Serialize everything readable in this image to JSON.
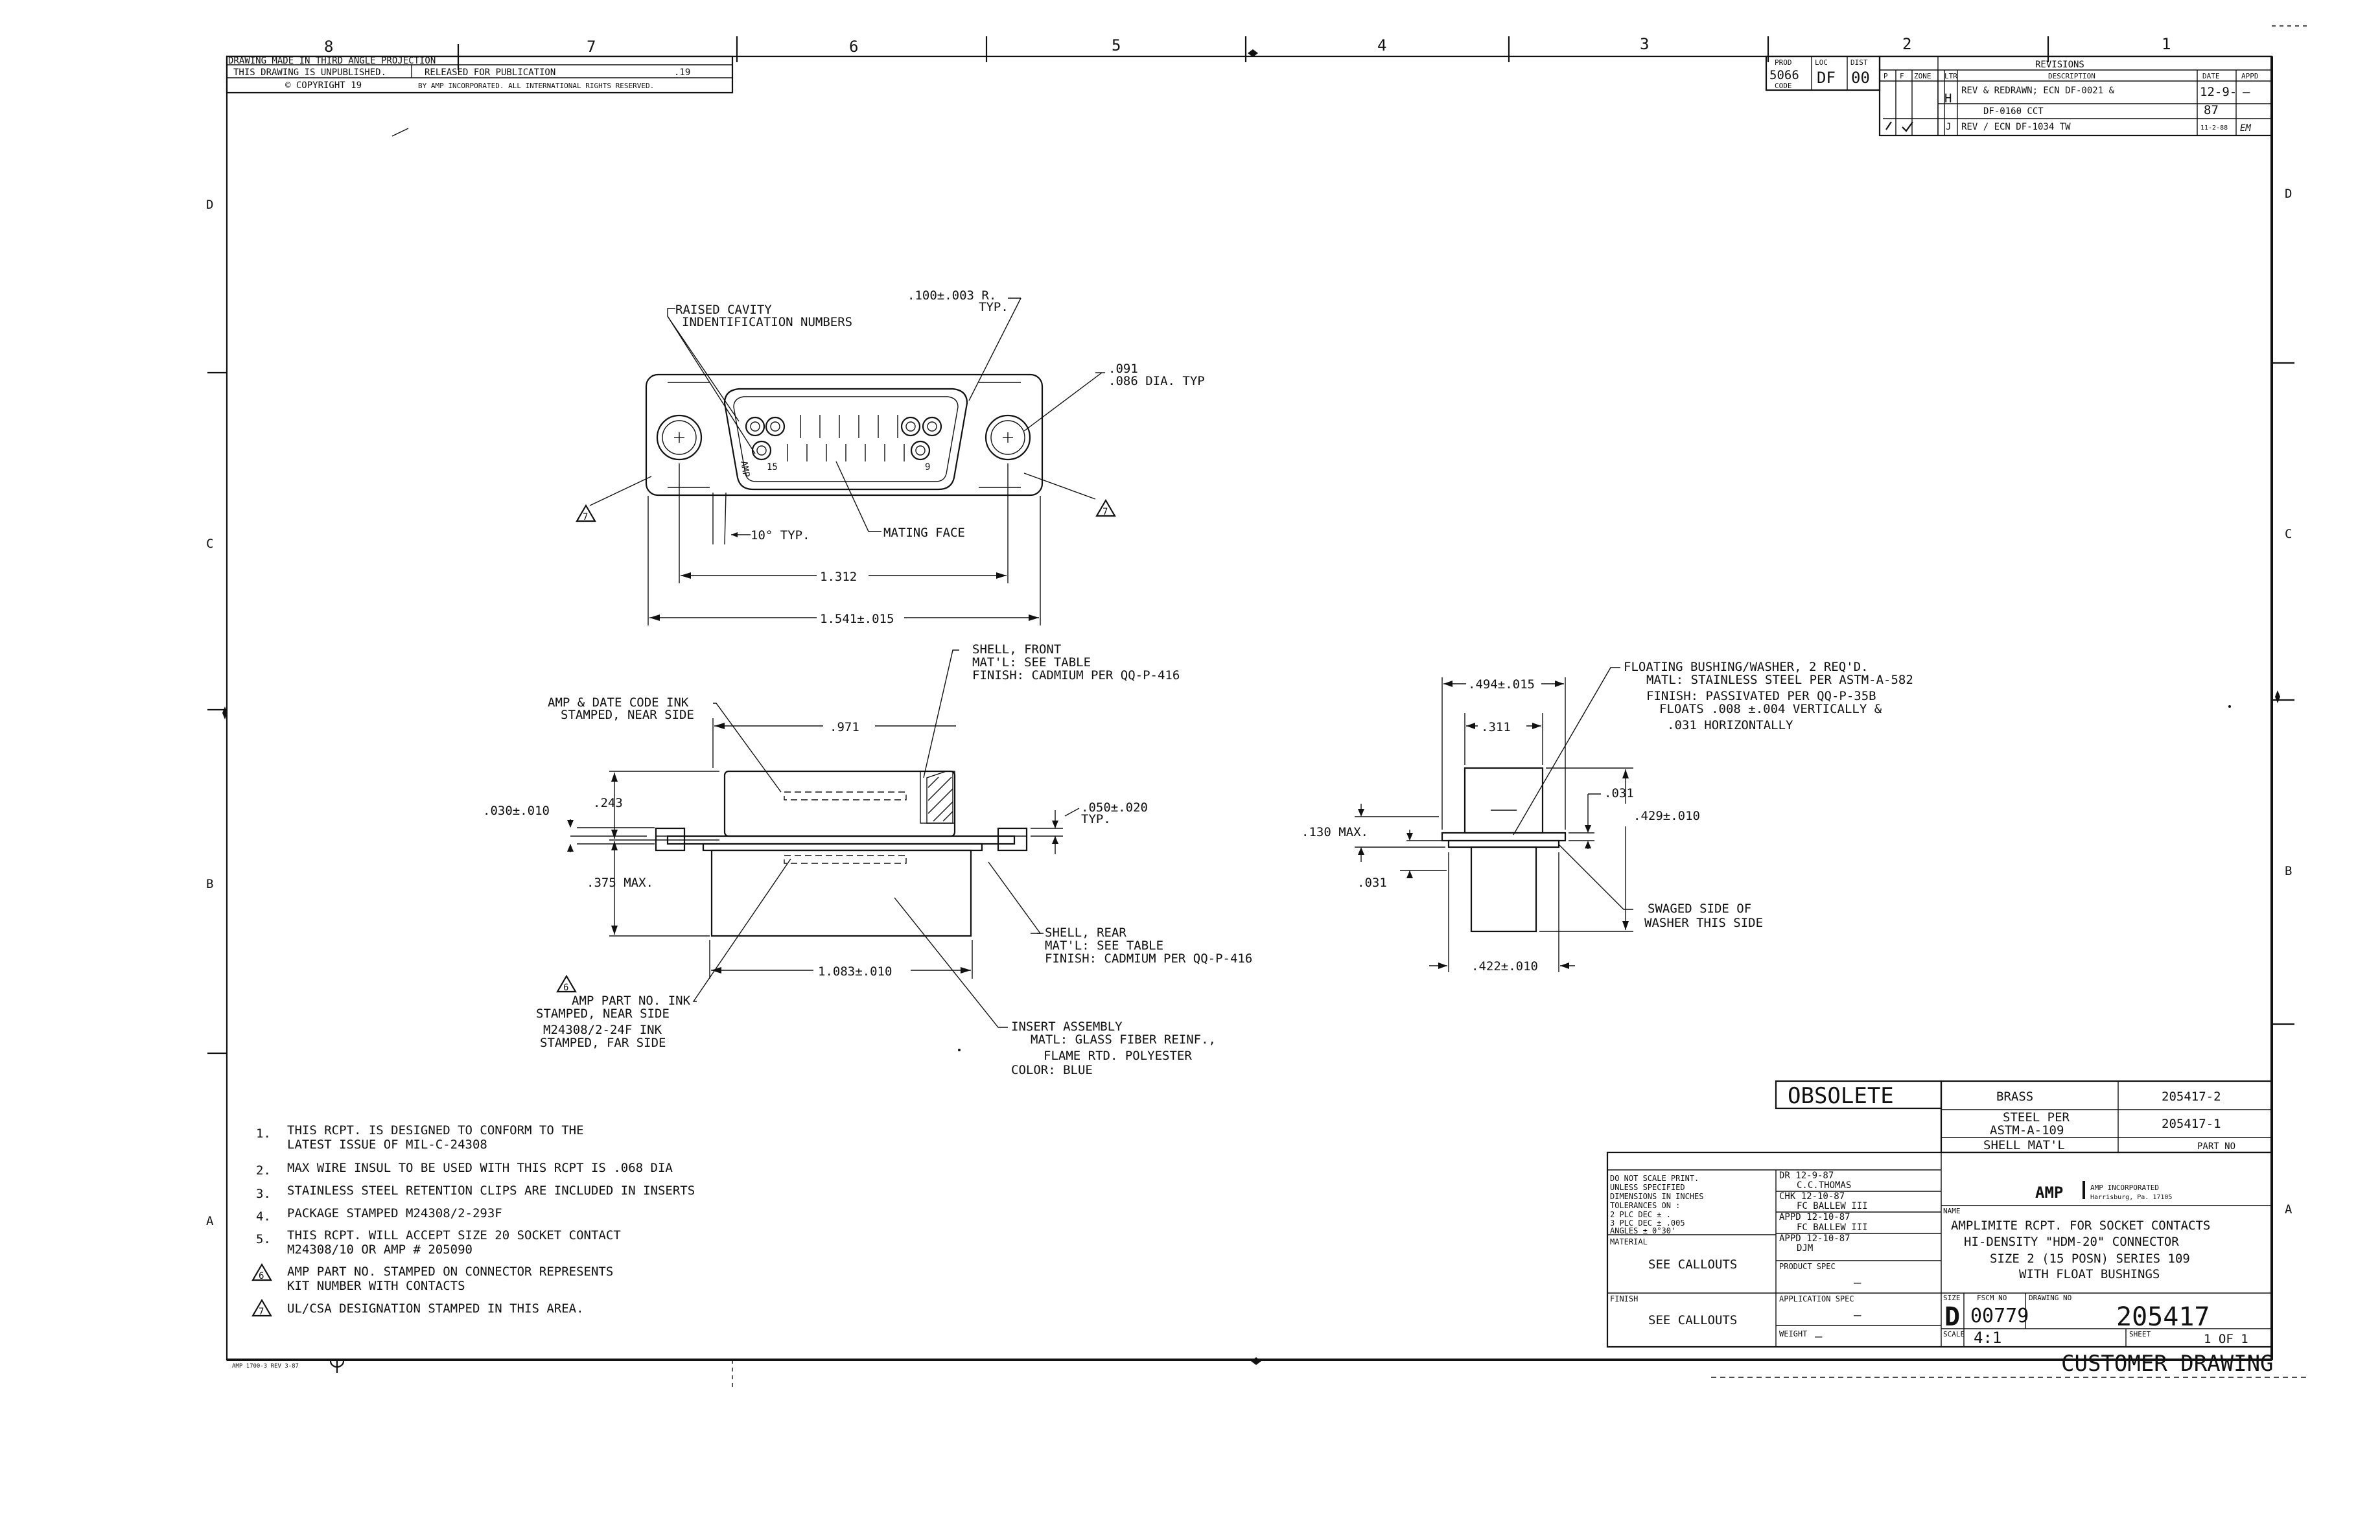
{
  "header": {
    "projection": "DRAWING MADE IN THIRD ANGLE PROJECTION",
    "unpublished": "THIS DRAWING IS UNPUBLISHED.",
    "released": "RELEASED FOR PUBLICATION",
    "year": ".19",
    "copyright": "© COPYRIGHT 19",
    "rights": "BY AMP INCORPORATED. ALL INTERNATIONAL RIGHTS RESERVED."
  },
  "zones": {
    "columns": [
      "8",
      "7",
      "6",
      "5",
      "4",
      "3",
      "2",
      "1"
    ],
    "rows": [
      "D",
      "C",
      "B",
      "A"
    ]
  },
  "code_box": {
    "prod_label": "PROD",
    "prod_value": "5066",
    "code_label": "CODE",
    "loc_label": "LOC",
    "loc_value": "DF",
    "dist_label": "DIST",
    "dist_value": "00"
  },
  "revisions": {
    "title": "REVISIONS",
    "col_p": "P",
    "col_f": "F",
    "col_zone": "ZONE",
    "col_ltr": "LTR",
    "col_desc": "DESCRIPTION",
    "col_date": "DATE",
    "col_appd": "APPD",
    "rows": [
      {
        "ltr": "H",
        "desc": "REV & REDRAWN; ECN DF-0021 &",
        "date": "12-9-",
        "appd": "—"
      },
      {
        "ltr": "",
        "desc": "DF-0160           CCT",
        "date": "87",
        "appd": ""
      },
      {
        "ltr": "J",
        "desc": "REV / ECN DF-1034 TW",
        "date": "11-2-88",
        "appd": "EM"
      }
    ]
  },
  "view_front": {
    "cavity_label_1": "RAISED CAVITY",
    "cavity_label_2": "INDENTIFICATION NUMBERS",
    "radius_1": ".100±.003 R.",
    "radius_2": "TYP.",
    "dia_1": ".091",
    "dia_2": ".086 DIA. TYP",
    "angle": "10° TYP.",
    "mating_face": "MATING FACE",
    "dim_inner": "1.312",
    "dim_outer": "1.541±.015",
    "note_flag": "7",
    "amp_mark": "AMP",
    "pos_15": "15",
    "pos_9": "9"
  },
  "view_side": {
    "date_code_1": "AMP & DATE CODE INK",
    "date_code_2": "STAMPED, NEAR SIDE",
    "dim_971": ".971",
    "shell_front_1": "SHELL, FRONT",
    "shell_front_2": "MAT'L: SEE TABLE",
    "shell_front_3": "FINISH: CADMIUM PER QQ-P-416",
    "dim_030": ".030±.010",
    "dim_243": ".243",
    "dim_050_1": ".050±.020",
    "dim_050_2": "TYP.",
    "dim_375": ".375 MAX.",
    "shell_rear_1": "SHELL, REAR",
    "shell_rear_2": "MAT'L: SEE TABLE",
    "shell_rear_3": "FINISH: CADMIUM PER QQ-P-416",
    "dim_1083": "1.083±.010",
    "note_flag": "6",
    "part_no_1": "AMP PART NO. INK",
    "part_no_2": "STAMPED, NEAR SIDE",
    "part_no_3": "M24308/2-24F INK",
    "part_no_4": "STAMPED, FAR SIDE",
    "insert_1": "INSERT ASSEMBLY",
    "insert_2": "MATL: GLASS FIBER REINF.,",
    "insert_3": "FLAME RTD. POLYESTER",
    "insert_4": "COLOR: BLUE"
  },
  "view_end": {
    "dim_494": ".494±.015",
    "dim_311": ".311",
    "bushing_1": "FLOATING BUSHING/WASHER, 2 REQ'D.",
    "bushing_2": "MATL: STAINLESS STEEL PER ASTM-A-582",
    "bushing_3": "FINISH: PASSIVATED PER QQ-P-35B",
    "bushing_4": "FLOATS .008 ±.004 VERTICALLY &",
    "bushing_5": ".031 HORIZONTALLY",
    "dim_130": ".130 MAX.",
    "dim_031a": ".031",
    "dim_429": ".429±.010",
    "dim_031b": ".031",
    "swaged_1": "SWAGED SIDE OF",
    "swaged_2": "WASHER THIS SIDE",
    "dim_422": ".422±.010"
  },
  "notes": [
    {
      "num": "1.",
      "lines": [
        "THIS RCPT. IS DESIGNED TO CONFORM TO THE",
        "LATEST ISSUE OF MIL-C-24308"
      ]
    },
    {
      "num": "2.",
      "lines": [
        "MAX WIRE INSUL TO BE USED WITH THIS RCPT IS .068 DIA"
      ]
    },
    {
      "num": "3.",
      "lines": [
        "STAINLESS STEEL RETENTION CLIPS ARE INCLUDED IN INSERTS"
      ]
    },
    {
      "num": "4.",
      "lines": [
        "PACKAGE STAMPED M24308/2-293F"
      ]
    },
    {
      "num": "5.",
      "lines": [
        "THIS RCPT. WILL ACCEPT SIZE 20 SOCKET CONTACT",
        "M24308/10 OR AMP # 205090"
      ]
    },
    {
      "num": "6",
      "lines": [
        "AMP PART NO. STAMPED ON CONNECTOR REPRESENTS",
        "KIT NUMBER WITH CONTACTS"
      ]
    },
    {
      "num": "7",
      "lines": [
        "UL/CSA DESIGNATION STAMPED IN THIS AREA."
      ]
    }
  ],
  "obsolete": "OBSOLETE",
  "material_table": {
    "rows": [
      {
        "mat": "BRASS",
        "part": "205417-2"
      },
      {
        "mat": "STEEL PER\nASTM-A-109",
        "part": "205417-1"
      },
      {
        "mat": "SHELL MAT'L",
        "part": "PART NO"
      }
    ]
  },
  "title_block": {
    "tol_1": "DO NOT SCALE PRINT.",
    "tol_2": "UNLESS SPECIFIED",
    "tol_3": "DIMENSIONS IN INCHES",
    "tol_4": "TOLERANCES ON :",
    "tol_5": "2 PLC DEC ± .",
    "tol_6": "3 PLC DEC ± .005",
    "tol_7": "ANGLES    ± 0°30'",
    "dr": "DR  12-9-87",
    "dr_name": "C.C.THOMAS",
    "chk": "CHK  12-10-87",
    "chk_name": "FC BALLEW III",
    "appd1": "APPD  12-10-87",
    "appd1_name": "FC BALLEW III",
    "appd2": "APPD  12-10-87",
    "appd2_name": "DJM",
    "material_label": "MATERIAL",
    "material_value": "SEE CALLOUTS",
    "product_spec": "PRODUCT SPEC",
    "product_spec_value": "—",
    "finish_label": "FINISH",
    "finish_value": "SEE CALLOUTS",
    "app_spec": "APPLICATION SPEC",
    "app_spec_value": "—",
    "weight": "WEIGHT",
    "weight_value": "—",
    "company_logo": "AMP",
    "company": "AMP INCORPORATED",
    "company_city": "Harrisburg, Pa. 17105",
    "name_label": "NAME",
    "name_1": "AMPLIMITE RCPT. FOR SOCKET CONTACTS",
    "name_2": "HI-DENSITY \"HDM-20\" CONNECTOR",
    "name_3": "SIZE 2 (15 POSN) SERIES 109",
    "name_4": "WITH FLOAT BUSHINGS",
    "size_label": "SIZE",
    "size_value": "D",
    "fscm_label": "FSCM NO",
    "fscm_value": "00779",
    "drawing_label": "DRAWING NO",
    "drawing_value": "205417",
    "scale_label": "SCALE",
    "scale_value": "4:1",
    "sheet_label": "SHEET",
    "sheet_value": "1 OF 1",
    "footer": "CUSTOMER DRAWING",
    "form_no": "AMP 1700-3 REV 3-87"
  }
}
